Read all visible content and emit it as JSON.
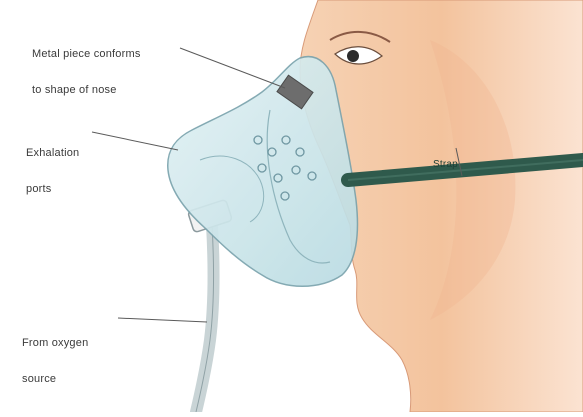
{
  "labels": {
    "metal_piece": {
      "line1": "Metal piece conforms",
      "line2": "to shape of nose"
    },
    "exhalation": {
      "line1": "Exhalation",
      "line2": "ports"
    },
    "strap": "Strap",
    "oxygen": {
      "line1": "From oxygen",
      "line2": "source"
    }
  },
  "colors": {
    "skin": "#f4c9a5",
    "skin_shadow": "#e8a983",
    "mask_fill": "#cfe7ec",
    "mask_stroke": "#7aa3ad",
    "strap": "#2f5a4c",
    "metal": "#6d6d6d"
  }
}
